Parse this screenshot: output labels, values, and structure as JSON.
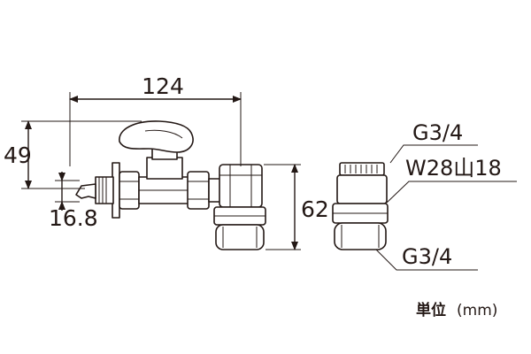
{
  "dimensions": {
    "total_length": "124",
    "height_to_top": "49",
    "spout_offset": "16.8",
    "outlet_height": "62"
  },
  "callouts": {
    "top_thread": "G3/4",
    "nut_thread": "W28山18",
    "bottom_thread": "G3/4"
  },
  "unit_note": {
    "label": "単位",
    "value": "(mm)"
  }
}
